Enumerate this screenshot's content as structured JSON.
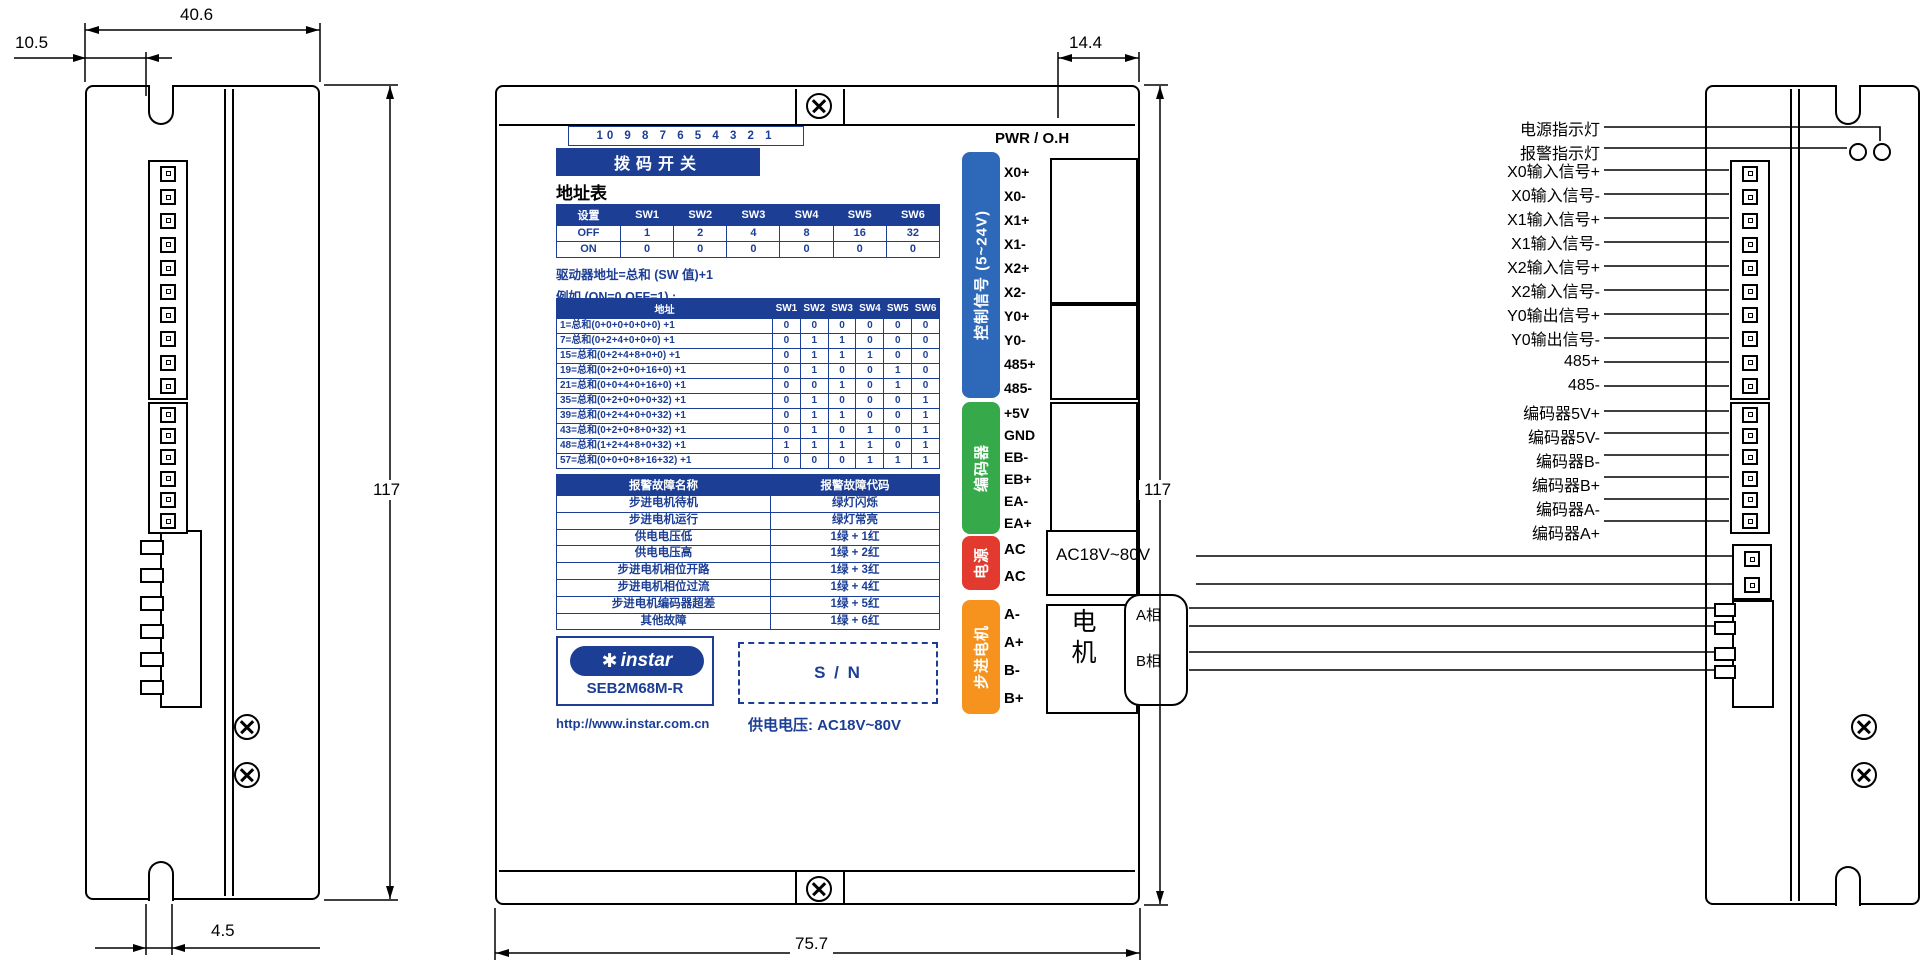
{
  "dims": {
    "top_left_width": "40.6",
    "top_left_offset": "10.5",
    "top_right_offset": "14.4",
    "left_height": "117",
    "mid_height": "117",
    "mid_width": "75.7",
    "bottom_left": "4.5"
  },
  "colors": {
    "navy": "#1c3e94",
    "control_blue": "#2e68b8",
    "encoder_green": "#36a94a",
    "power_red": "#e23a2e",
    "motor_orange": "#f6921e"
  },
  "panel": {
    "pwr_label": "PWR / O.H",
    "dip_numbers": "10 9 8 7 6 5 4 3 2 1",
    "dip_label": "拨码开关",
    "address_title": "地址表",
    "sw_table": {
      "headers": [
        "设置",
        "SW1",
        "SW2",
        "SW3",
        "SW4",
        "SW5",
        "SW6"
      ],
      "rows": [
        [
          "OFF",
          "1",
          "2",
          "4",
          "8",
          "16",
          "32"
        ],
        [
          "ON",
          "0",
          "0",
          "0",
          "0",
          "0",
          "0"
        ]
      ]
    },
    "address_formula": "驱动器地址=总和 (SW 值)+1",
    "example_label": "例如 (ON=0,OFF=1) :",
    "address_table": {
      "headers": [
        "地址",
        "SW1",
        "SW2",
        "SW3",
        "SW4",
        "SW5",
        "SW6"
      ],
      "rows": [
        [
          "1=总和(0+0+0+0+0+0) +1",
          "0",
          "0",
          "0",
          "0",
          "0",
          "0"
        ],
        [
          "7=总和(0+2+4+0+0+0) +1",
          "0",
          "1",
          "1",
          "0",
          "0",
          "0"
        ],
        [
          "15=总和(0+2+4+8+0+0) +1",
          "0",
          "1",
          "1",
          "1",
          "0",
          "0"
        ],
        [
          "19=总和(0+2+0+0+16+0) +1",
          "0",
          "1",
          "0",
          "0",
          "1",
          "0"
        ],
        [
          "21=总和(0+0+4+0+16+0) +1",
          "0",
          "0",
          "1",
          "0",
          "1",
          "0"
        ],
        [
          "35=总和(0+2+0+0+0+32) +1",
          "0",
          "1",
          "0",
          "0",
          "0",
          "1"
        ],
        [
          "39=总和(0+2+4+0+0+32) +1",
          "0",
          "1",
          "1",
          "0",
          "0",
          "1"
        ],
        [
          "43=总和(0+2+0+8+0+32) +1",
          "0",
          "1",
          "0",
          "1",
          "0",
          "1"
        ],
        [
          "48=总和(1+2+4+8+0+32) +1",
          "1",
          "1",
          "1",
          "1",
          "0",
          "1"
        ],
        [
          "57=总和(0+0+0+8+16+32) +1",
          "0",
          "0",
          "0",
          "1",
          "1",
          "1"
        ]
      ]
    },
    "alarm_table": {
      "headers": [
        "报警故障名称",
        "报警故障代码"
      ],
      "rows": [
        [
          "步进电机待机",
          "绿灯闪烁"
        ],
        [
          "步进电机运行",
          "绿灯常亮"
        ],
        [
          "供电电压低",
          "1绿 + 1红"
        ],
        [
          "供电电压高",
          "1绿 + 2红"
        ],
        [
          "步进电机相位开路",
          "1绿 + 3红"
        ],
        [
          "步进电机相位过流",
          "1绿 + 4红"
        ],
        [
          "步进电机编码器超差",
          "1绿 + 5红"
        ],
        [
          "其他故障",
          "1绿 + 6红"
        ]
      ]
    },
    "logo_star": "✱",
    "logo_text": "instar",
    "model": "SEB2M68M-R",
    "sn_label": "S / N",
    "website": "http://www.instar.com.cn",
    "supply_label": "供电电压: AC18V~80V"
  },
  "connectors": {
    "control": {
      "label": "控制信号 (5~24V)",
      "x_pins": [
        "X0+",
        "X0-",
        "X1+",
        "X1-",
        "X2+",
        "X2-"
      ],
      "y_pins": [
        "Y0+",
        "Y0-",
        "485+",
        "485-"
      ]
    },
    "encoder": {
      "label": "编码器",
      "pins": [
        "+5V",
        "GND",
        "EB-",
        "EB+",
        "EA-",
        "EA+"
      ]
    },
    "power": {
      "label": "电源",
      "pins": [
        "AC",
        "AC"
      ]
    },
    "motor": {
      "label": "步进电机",
      "pins": [
        "A-",
        "A+",
        "B-",
        "B+"
      ]
    }
  },
  "wiring": {
    "indicator_labels": [
      "电源指示灯",
      "报警指示灯"
    ],
    "input_labels": [
      "X0输入信号+",
      "X0输入信号-",
      "X1输入信号+",
      "X1输入信号-",
      "X2输入信号+",
      "X2输入信号-"
    ],
    "output_labels": [
      "Y0输出信号+",
      "Y0输出信号-",
      "485+",
      "485-"
    ],
    "encoder_labels": [
      "编码器5V+",
      "编码器5V-",
      "编码器B-",
      "编码器B+",
      "编码器A-",
      "编码器A+"
    ],
    "ac_label": "AC18V~80V",
    "motor_label": "电机",
    "phase_a": "A相",
    "phase_b": "B相"
  }
}
